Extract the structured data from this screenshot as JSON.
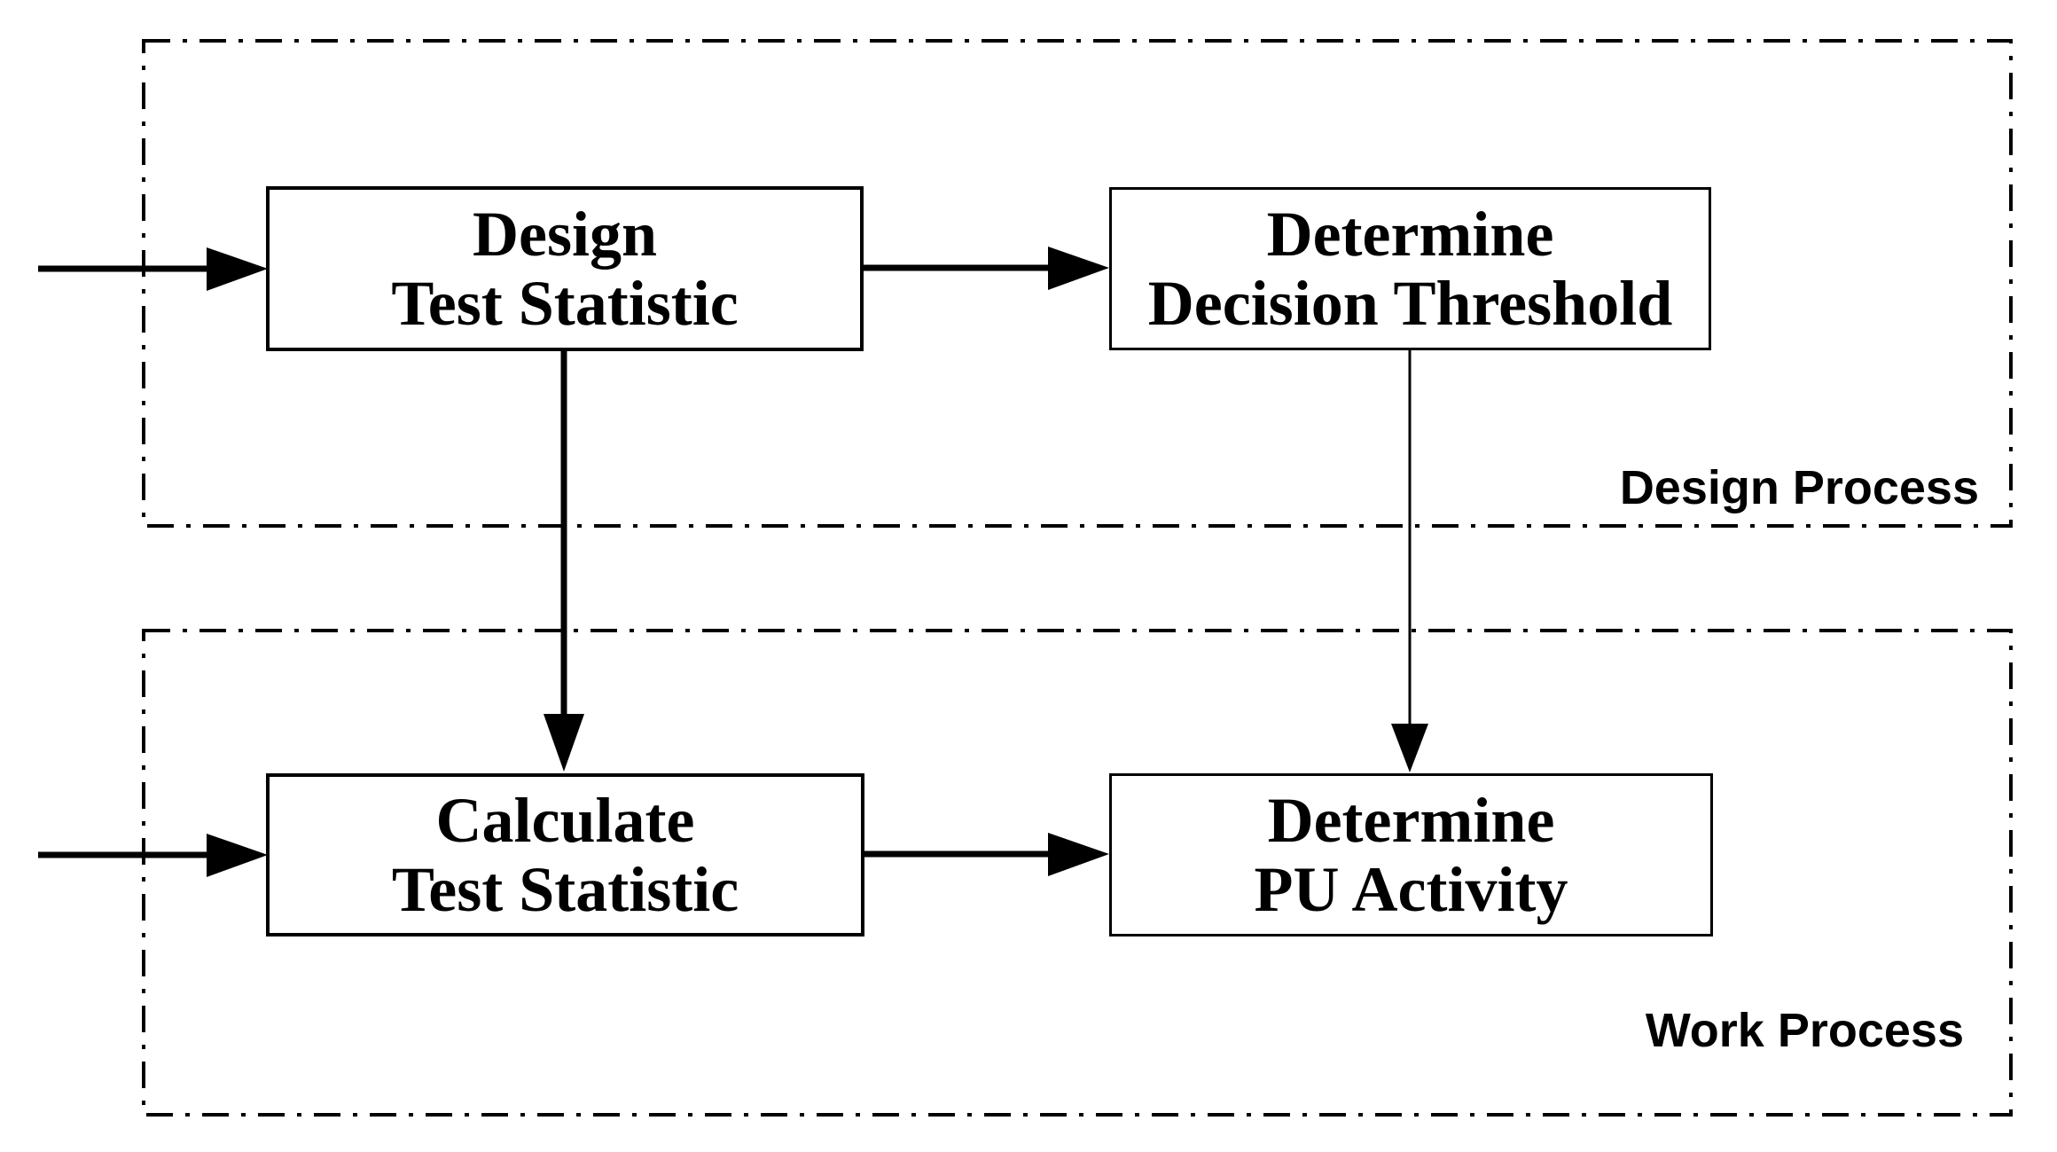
{
  "diagram": {
    "colors": {
      "background": "#ffffff",
      "stroke": "#000000",
      "text": "#000000"
    },
    "regions": [
      {
        "id": "design-process",
        "label": "Design Process",
        "border_style": "dash-dot"
      },
      {
        "id": "work-process",
        "label": "Work Process",
        "border_style": "dash-dot"
      }
    ],
    "boxes": [
      {
        "id": "design-test-statistic",
        "line1": "Design",
        "line2": "Test Statistic"
      },
      {
        "id": "determine-decision-threshold",
        "line1": "Determine",
        "line2": "Decision Threshold"
      },
      {
        "id": "calculate-test-statistic",
        "line1": "Calculate",
        "line2": "Test Statistic"
      },
      {
        "id": "determine-pu-activity",
        "line1": "Determine",
        "line2": "PU Activity"
      }
    ],
    "arrows": [
      {
        "id": "input-to-design-test-statistic",
        "from": "external-left",
        "to": "design-test-statistic",
        "style": "thick"
      },
      {
        "id": "design-to-threshold",
        "from": "design-test-statistic",
        "to": "determine-decision-threshold",
        "style": "thick"
      },
      {
        "id": "design-to-calculate",
        "from": "design-test-statistic",
        "to": "calculate-test-statistic",
        "style": "thick"
      },
      {
        "id": "threshold-to-pu-activity",
        "from": "determine-decision-threshold",
        "to": "determine-pu-activity",
        "style": "thin"
      },
      {
        "id": "input-to-calculate-test-statistic",
        "from": "external-left",
        "to": "calculate-test-statistic",
        "style": "thick"
      },
      {
        "id": "calculate-to-pu-activity",
        "from": "calculate-test-statistic",
        "to": "determine-pu-activity",
        "style": "thick"
      }
    ]
  }
}
